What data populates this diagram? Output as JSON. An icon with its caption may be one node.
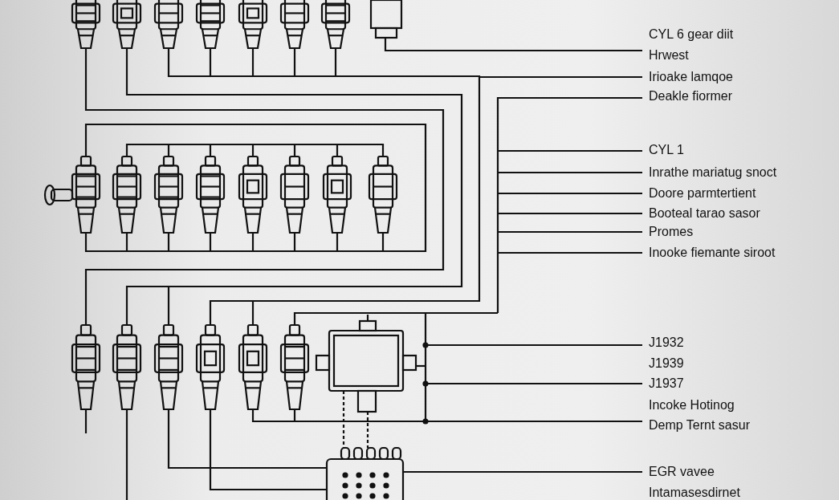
{
  "diagram": {
    "labels": [
      "CYL 6 gear diit",
      "Hrwest",
      "Irioake lamqoe",
      "Deakle fiormer",
      "CYL 1",
      "Inrathe mariatug snoct",
      "Doore parmtertient",
      "Booteal tarao sasor",
      "Promes",
      "Inooke fiemante siroot",
      "J1932",
      "J1939",
      "J1937",
      "Incoke Hotinog",
      "Demp Ternt sasur",
      "EGR vavee",
      "Intamasesdirnet"
    ]
  }
}
